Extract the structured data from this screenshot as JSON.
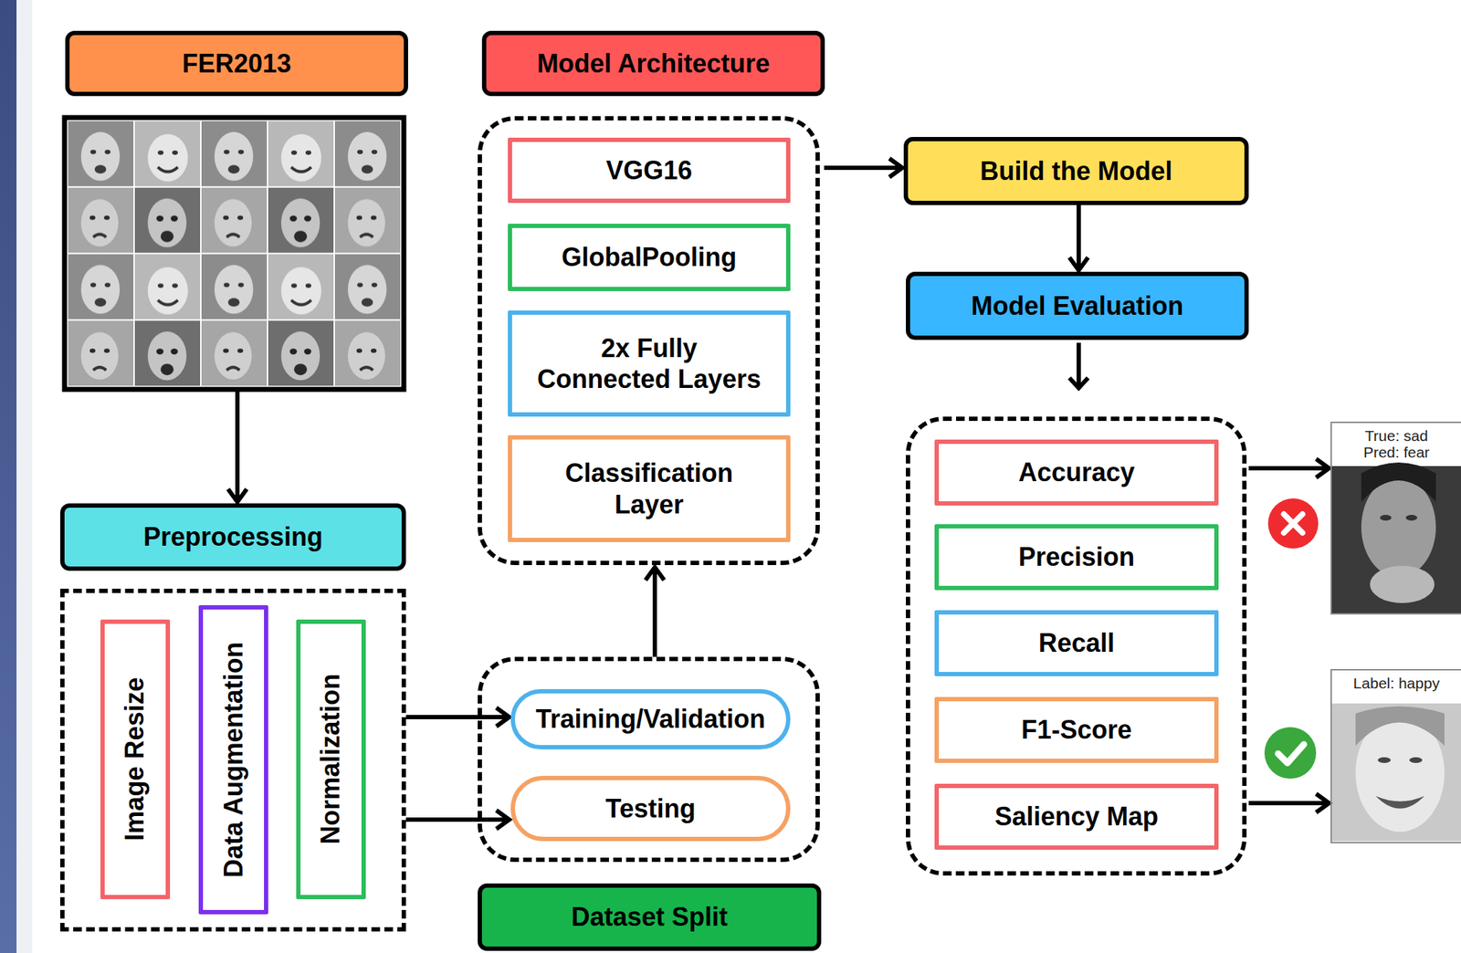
{
  "diagram": {
    "nodes": [
      {
        "text": [
          "FER2013"
        ]
      },
      {
        "text": [
          "Preprocessing"
        ]
      },
      {
        "text": [
          "Image Resize"
        ],
        "in": 1
      },
      {
        "text": [
          "Data Augmentation"
        ],
        "in": 1
      },
      {
        "text": [
          "Normalization"
        ],
        "in": 1
      },
      {
        "text": [
          "Model Architecture"
        ]
      },
      {
        "text": [
          "VGG16"
        ],
        "in": 5
      },
      {
        "text": [
          "GlobalPooling"
        ],
        "in": 5
      },
      {
        "text": [
          "2x Fully Connected Layers"
        ],
        "in": 5
      },
      {
        "text": [
          "Classification Layer"
        ],
        "in": 5
      },
      {
        "text": [
          "Dataset Split"
        ]
      },
      {
        "text": [
          "Training/Validation"
        ],
        "in": 10
      },
      {
        "text": [
          "Testing"
        ],
        "in": 10
      },
      {
        "text": [
          "Build the Model"
        ]
      },
      {
        "text": [
          "Model Evaluation"
        ]
      },
      {
        "text": [
          "Accuracy"
        ],
        "in": 14
      },
      {
        "text": [
          "Precision"
        ],
        "in": 14
      },
      {
        "text": [
          "Recall"
        ],
        "in": 14
      },
      {
        "text": [
          "F1-Score"
        ],
        "in": 14
      },
      {
        "text": [
          "Saliency Map"
        ],
        "in": 14
      },
      {
        "text": [
          "True: sad Pred: fear"
        ]
      },
      {
        "text": [
          "Label: happy"
        ]
      }
    ],
    "edges": [
      {
        "from": 0,
        "to": 1,
        "arrow": "to"
      },
      {
        "from": 1,
        "to": 11,
        "arrow": "to"
      },
      {
        "from": 1,
        "to": 12,
        "arrow": "to"
      },
      {
        "from": 10,
        "to": 5,
        "arrow": "to"
      },
      {
        "from": 5,
        "to": 13,
        "arrow": "to"
      },
      {
        "from": 13,
        "to": 14,
        "arrow": "to"
      },
      {
        "from": 14,
        "to": 20,
        "arrow": "to"
      },
      {
        "from": 14,
        "to": 21,
        "arrow": "to"
      }
    ]
  }
}
